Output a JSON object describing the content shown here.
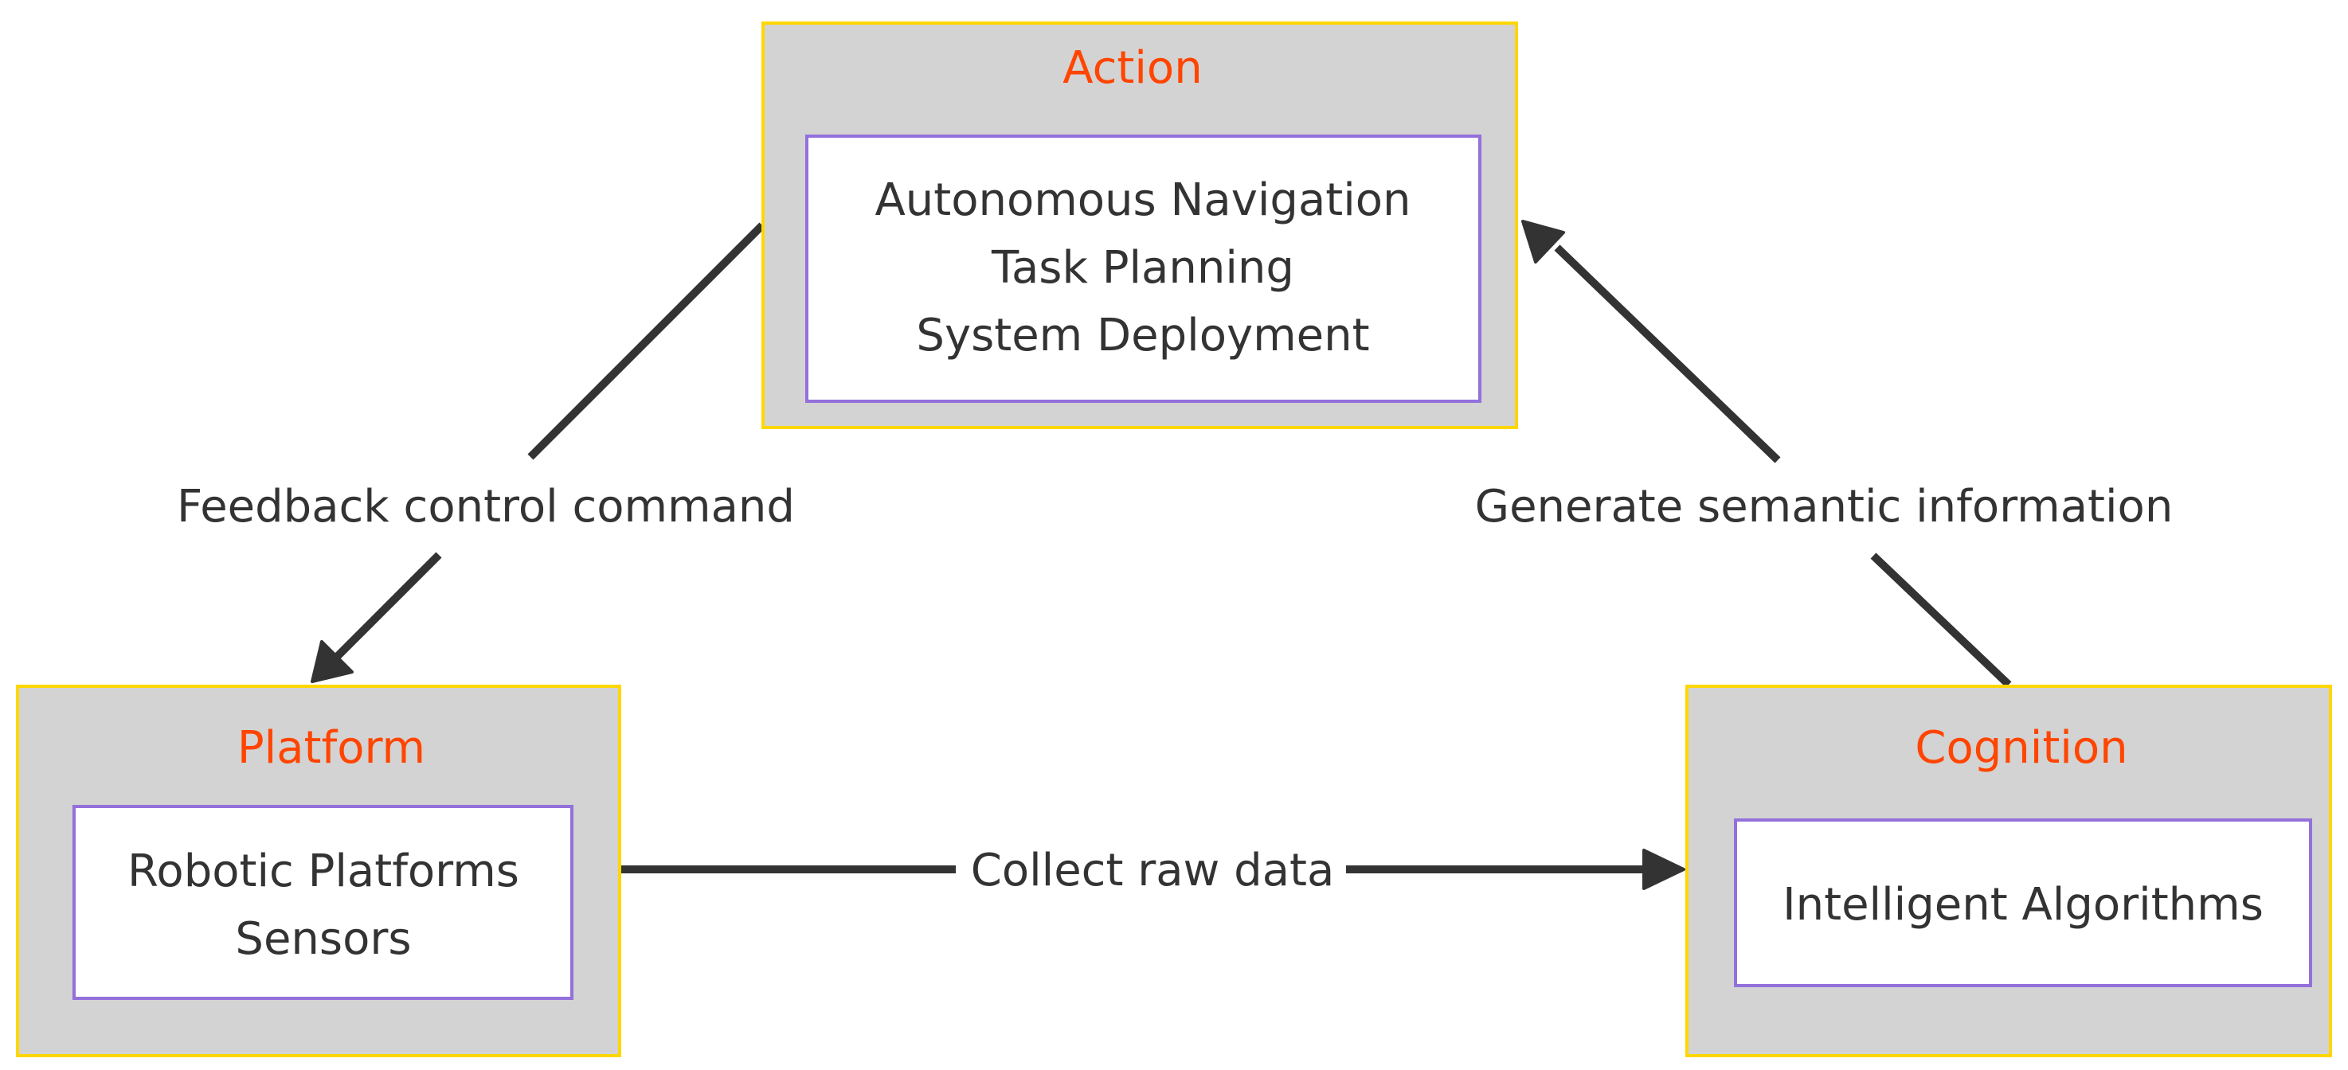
{
  "nodes": {
    "action": {
      "title": "Action",
      "lines": [
        "Autonomous Navigation",
        "Task Planning",
        "System Deployment"
      ]
    },
    "platform": {
      "title": "Platform",
      "lines": [
        "Robotic Platforms",
        "Sensors"
      ]
    },
    "cognition": {
      "title": "Cognition",
      "lines": [
        "Intelligent Algorithms"
      ]
    }
  },
  "edges": {
    "feedback": {
      "label": "Feedback control command",
      "from": "Action",
      "to": "Platform"
    },
    "collect": {
      "label": "Collect raw data",
      "from": "Platform",
      "to": "Cognition"
    },
    "generate": {
      "label": "Generate semantic information",
      "from": "Cognition",
      "to": "Action"
    }
  },
  "colors": {
    "group_fill": "#d3d3d3",
    "group_border": "#ffd700",
    "inner_border": "#9370db",
    "title_text": "#ff4500",
    "body_text": "#333333",
    "edge": "#333333"
  }
}
